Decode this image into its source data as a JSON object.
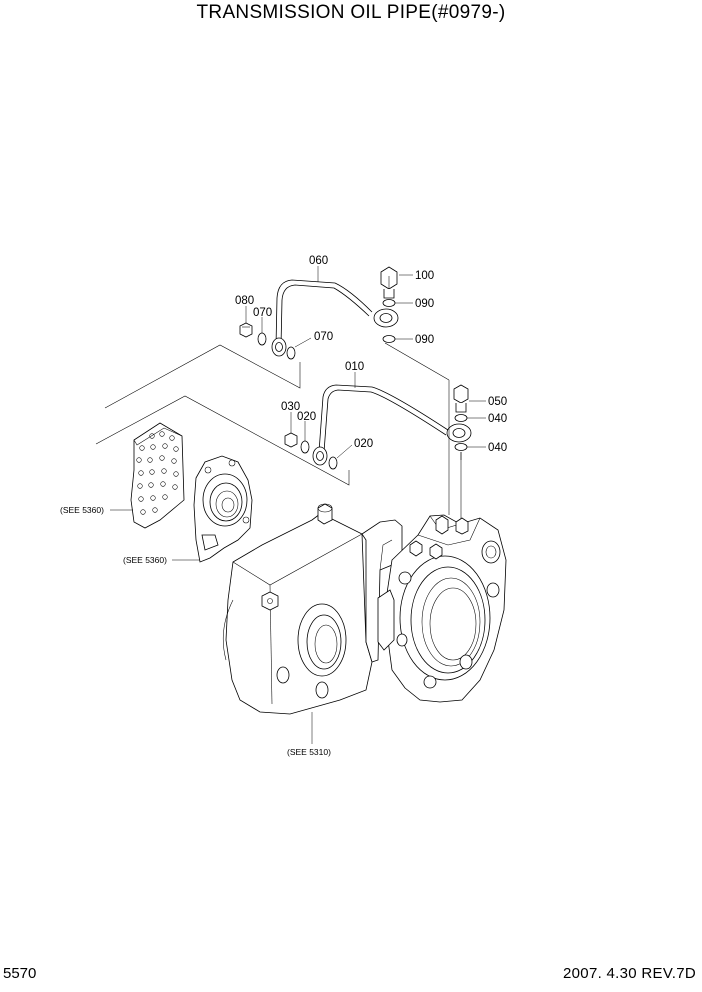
{
  "title": "TRANSMISSION OIL PIPE(#0979-)",
  "page_number": "5570",
  "revision": "2007. 4.30  REV.7D",
  "callouts": {
    "c060": "060",
    "c100": "100",
    "c090a": "090",
    "c080": "080",
    "c070a": "070",
    "c070b": "070",
    "c090b": "090",
    "c010": "010",
    "c050": "050",
    "c030": "030",
    "c020a": "020",
    "c040a": "040",
    "c020b": "020",
    "c040b": "040"
  },
  "references": {
    "ref1": "(SEE 5360)",
    "ref2": "(SEE 5360)",
    "ref3": "(SEE 5310)"
  }
}
